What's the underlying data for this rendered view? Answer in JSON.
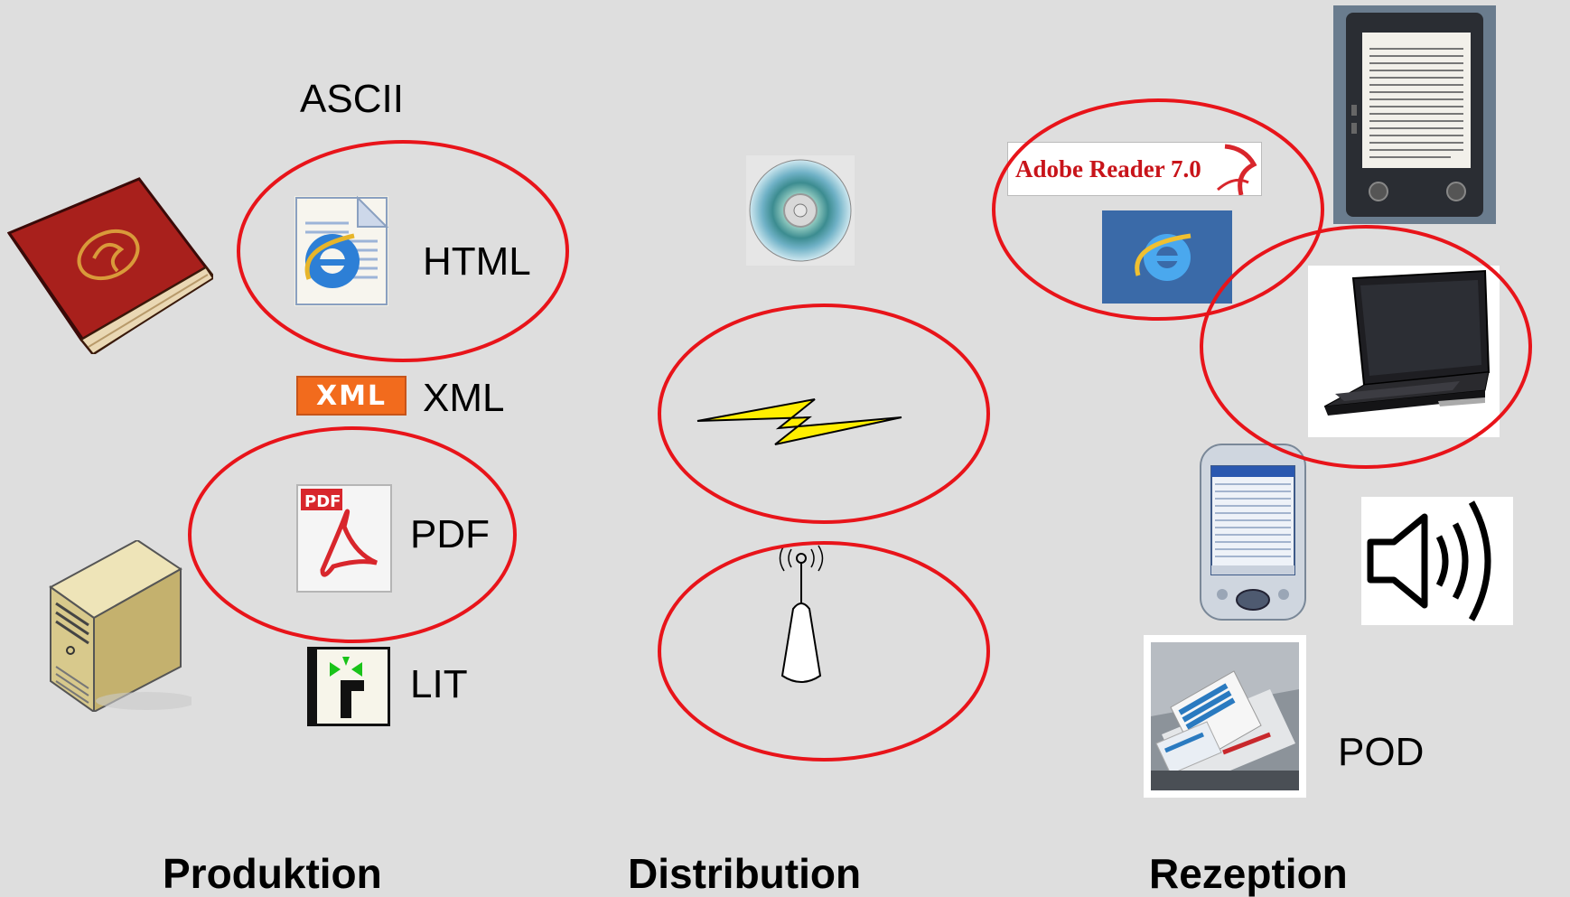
{
  "columns": {
    "production": "Produktion",
    "distribution": "Distribution",
    "reception": "Rezeption"
  },
  "formats": {
    "ascii": "ASCII",
    "html": "HTML",
    "xml": "XML",
    "xml_badge": "XML",
    "pdf": "PDF",
    "pdf_badge": "PDF",
    "lit": "LIT"
  },
  "reception": {
    "adobe_reader_logo": "Adobe Reader 7.0",
    "pod": "POD"
  },
  "colors": {
    "background": "#dedede",
    "ellipse": "#e8141a",
    "xml_badge": "#f26b1d",
    "lightning": "#ffee00"
  },
  "icons": [
    "book-icon",
    "server-icon",
    "internet-explorer-icon",
    "xml-icon",
    "pdf-icon",
    "lit-icon",
    "cd-icon",
    "lightning-icon",
    "antenna-icon",
    "adobe-reader-logo",
    "ebook-reader-icon",
    "laptop-icon",
    "pda-icon",
    "speaker-icon",
    "print-on-demand-icon"
  ]
}
